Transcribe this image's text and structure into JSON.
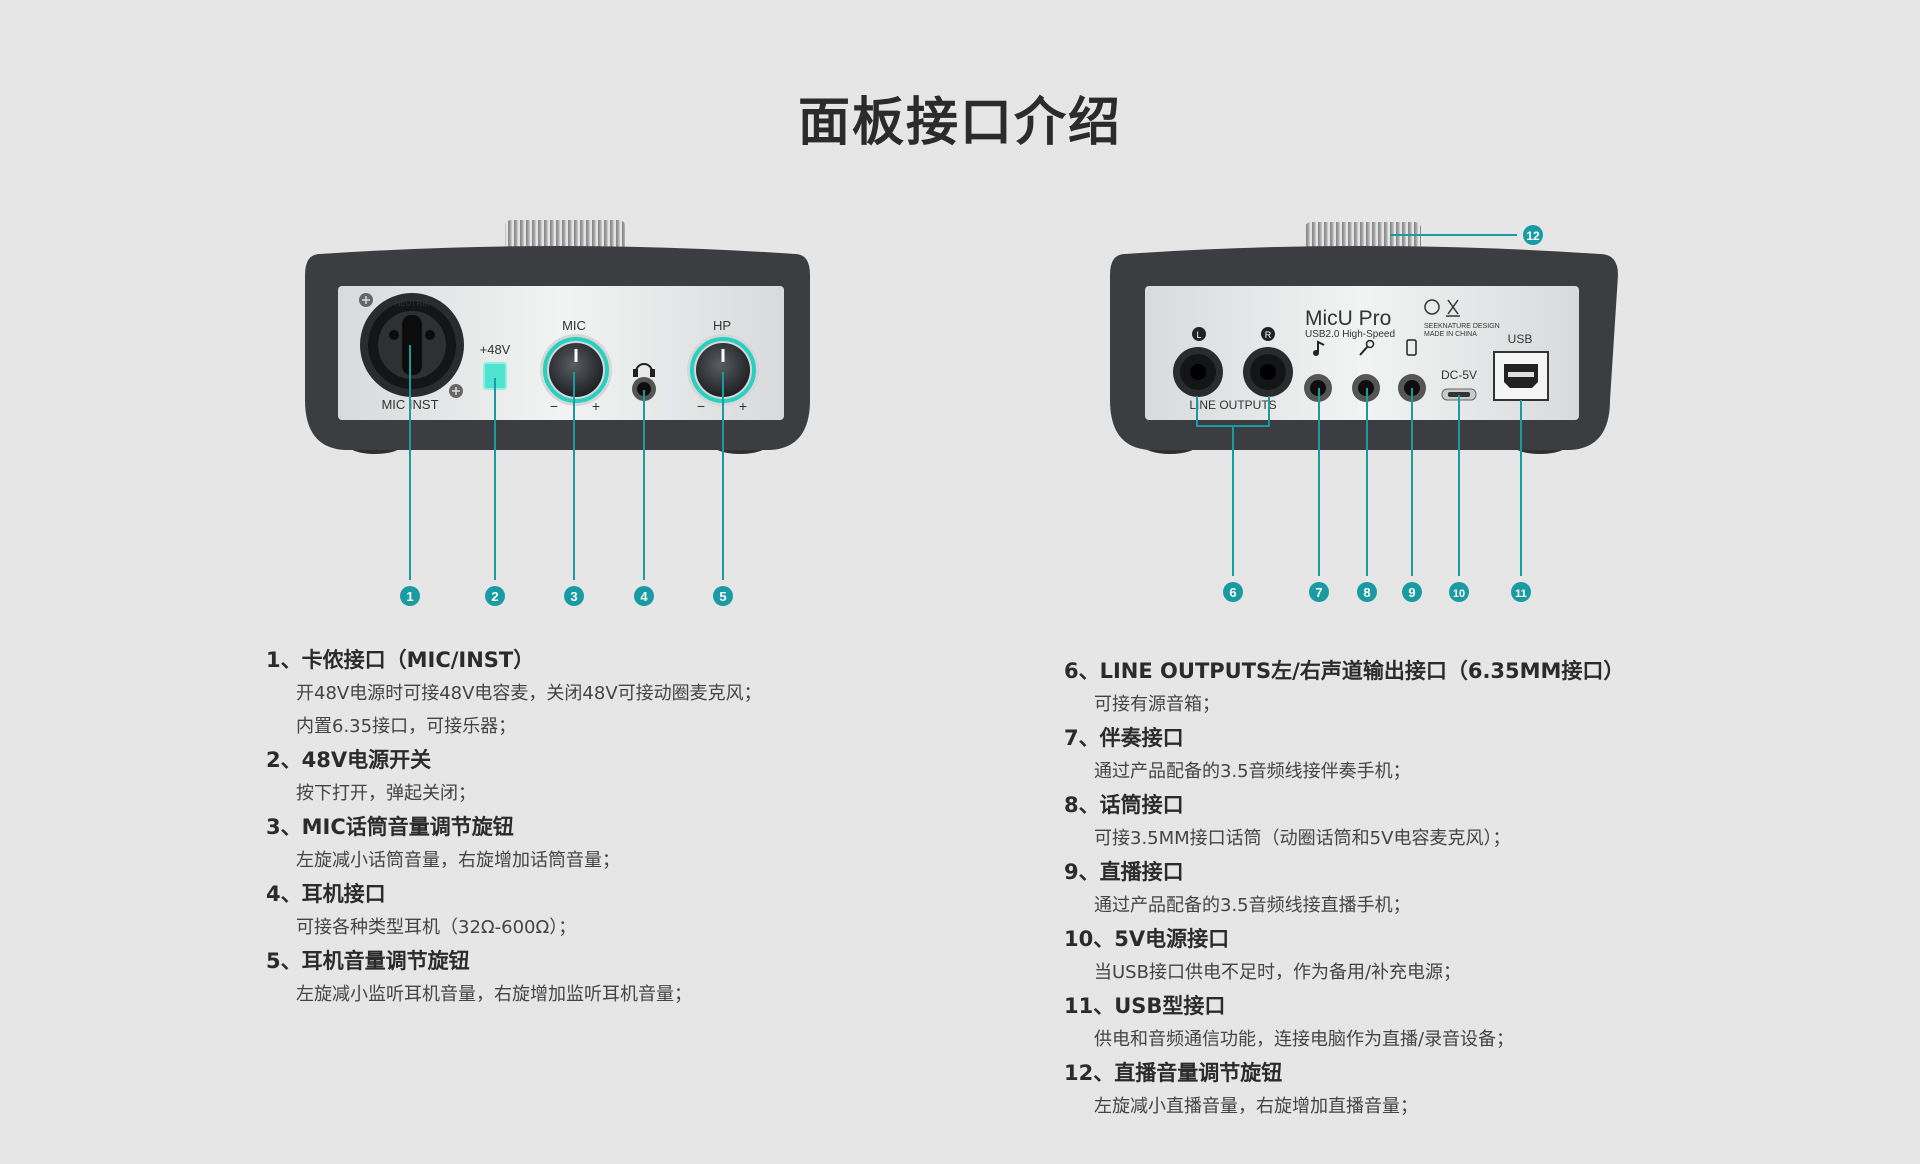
{
  "title": "面板接口介绍",
  "colors": {
    "accent": "#1a9ba3",
    "body": "#3b3d40",
    "panel": "#e8e9ea",
    "background": "#e6e6e6"
  },
  "front_panel": {
    "labels": {
      "mic_inst": "MIC INST",
      "phantom": "+48V",
      "mic": "MIC",
      "hp": "HP",
      "minus": "−",
      "plus": "+",
      "brand_small": "NEUTRIK"
    },
    "callouts": [
      "1",
      "2",
      "3",
      "4",
      "5"
    ]
  },
  "back_panel": {
    "model": "MicU Pro",
    "model_sub": "USB2.0 High-Speed",
    "maker": "SEEKNATURE  DESIGN",
    "made_in": "MADE IN CHINA",
    "left": "L",
    "right": "R",
    "line_outputs": "LINE OUTPUTS",
    "dc": "DC-5V",
    "usb": "USB",
    "icons": [
      "music-note-icon",
      "microphone-icon",
      "phone-icon"
    ],
    "callouts": [
      "6",
      "7",
      "8",
      "9",
      "10",
      "11",
      "12"
    ]
  },
  "left_specs": [
    {
      "heading": "1、卡侬接口（MIC/INST）",
      "lines": [
        "开48V电源时可接48V电容麦，关闭48V可接动圈麦克风；",
        "内置6.35接口，可接乐器；"
      ]
    },
    {
      "heading": "2、48V电源开关",
      "lines": [
        "按下打开，弹起关闭；"
      ]
    },
    {
      "heading": "3、MIC话筒音量调节旋钮",
      "lines": [
        "左旋减小话筒音量，右旋增加话筒音量；"
      ]
    },
    {
      "heading": "4、耳机接口",
      "lines": [
        "可接各种类型耳机（32Ω-600Ω）；"
      ]
    },
    {
      "heading": "5、耳机音量调节旋钮",
      "lines": [
        "左旋减小监听耳机音量，右旋增加监听耳机音量；"
      ]
    }
  ],
  "right_specs": [
    {
      "heading": "6、LINE OUTPUTS左/右声道输出接口（6.35MM接口）",
      "lines": [
        "可接有源音箱；"
      ]
    },
    {
      "heading": "7、伴奏接口",
      "lines": [
        "通过产品配备的3.5音频线接伴奏手机；"
      ]
    },
    {
      "heading": "8、话筒接口",
      "lines": [
        "可接3.5MM接口话筒（动圈话筒和5V电容麦克风）；"
      ]
    },
    {
      "heading": "9、直播接口",
      "lines": [
        "通过产品配备的3.5音频线接直播手机；"
      ]
    },
    {
      "heading": "10、5V电源接口",
      "lines": [
        "当USB接口供电不足时，作为备用/补充电源；"
      ]
    },
    {
      "heading": "11、USB型接口",
      "lines": [
        "供电和音频通信功能，连接电脑作为直播/录音设备；"
      ]
    },
    {
      "heading": "12、直播音量调节旋钮",
      "lines": [
        "左旋减小直播音量，右旋增加直播音量；"
      ]
    }
  ]
}
